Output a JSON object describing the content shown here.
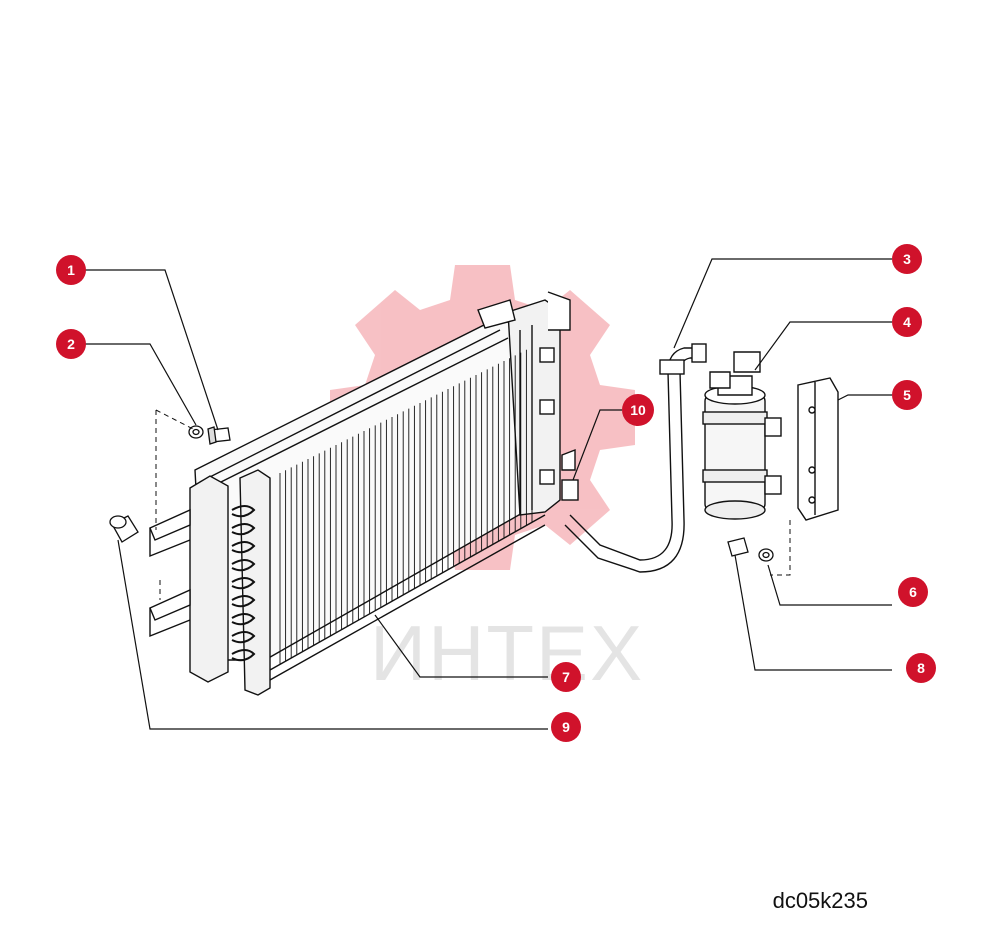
{
  "diagram": {
    "type": "exploded-parts-diagram",
    "reference_code": "dc05k235",
    "watermark_text": "ИНТЕХ",
    "colors": {
      "marker": "#d0122b",
      "line": "#111111",
      "watermark": "#f1b3b8",
      "watermark_text": "#cfcfcf"
    },
    "callouts": [
      {
        "label": "1"
      },
      {
        "label": "2"
      },
      {
        "label": "3"
      },
      {
        "label": "4"
      },
      {
        "label": "5"
      },
      {
        "label": "6"
      },
      {
        "label": "7"
      },
      {
        "label": "8"
      },
      {
        "label": "9"
      },
      {
        "label": "10"
      }
    ]
  }
}
